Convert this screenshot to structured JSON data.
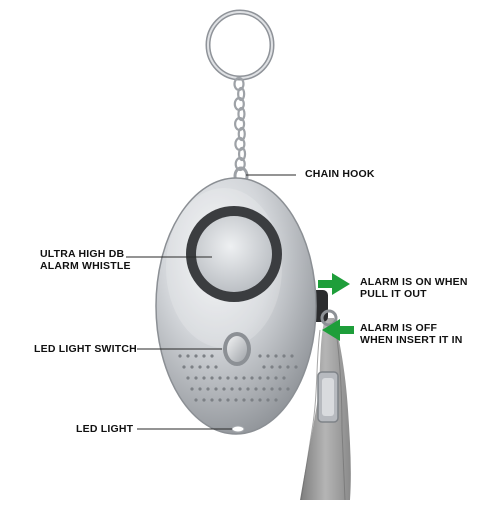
{
  "labels": {
    "chain_hook": "CHAIN HOOK",
    "alarm_whistle": [
      "ULTRA HIGH DB",
      "ALARM WHISTLE"
    ],
    "led_switch": "LED LIGHT SWITCH",
    "led_light": "LED LIGHT",
    "alarm_on": [
      "ALARM IS ON WHEN",
      "PULL IT OUT"
    ],
    "alarm_off": [
      "ALARM IS OFF",
      "WHEN INSERT IT IN"
    ]
  },
  "colors": {
    "arrow": "#1e9e3a",
    "body": "#c9ccd1",
    "speaker_ring": "#3b3d40",
    "chain": "#a9adb2",
    "lanyard": "#9a9a9a"
  }
}
